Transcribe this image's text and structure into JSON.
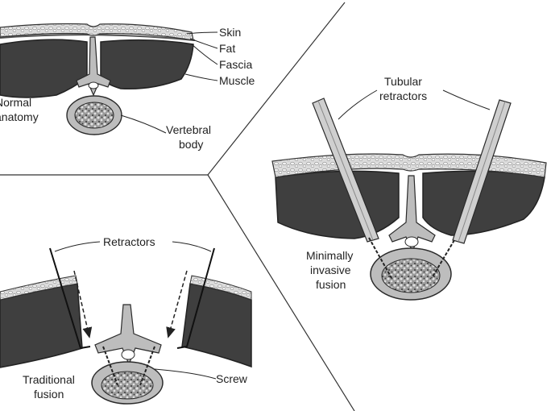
{
  "panels": {
    "normal": {
      "title_line1": "Normal",
      "title_line2": "anatomy",
      "layers": {
        "skin": "Skin",
        "fat": "Fat",
        "fascia": "Fascia",
        "muscle": "Muscle"
      },
      "vertebral_line1": "Vertebral",
      "vertebral_line2": "body"
    },
    "minimal": {
      "retractors_line1": "Tubular",
      "retractors_line2": "retractors",
      "title_line1": "Minimally",
      "title_line2": "invasive",
      "title_line3": "fusion"
    },
    "traditional": {
      "retractors": "Retractors",
      "title_line1": "Traditional",
      "title_line2": "fusion",
      "screw": "Screw"
    }
  },
  "colors": {
    "muscle": "#3f3f3f",
    "fat": "#d9d9d9",
    "bone": "#bdbdbd",
    "outline": "#2a2a2a",
    "text": "#222222"
  }
}
